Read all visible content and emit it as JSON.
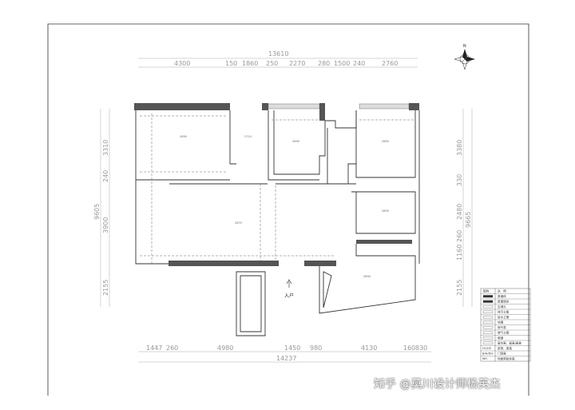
{
  "top_dims": {
    "total": "13610",
    "segments": [
      "4300",
      "150",
      "1860",
      "250",
      "2270",
      "280",
      "1500",
      "240",
      "2760"
    ]
  },
  "bottom_dims": {
    "total": "14237",
    "segments": [
      "1447",
      "260",
      "4980",
      "1450",
      "980",
      "4130",
      "160",
      "830"
    ]
  },
  "left_dims": {
    "total": "9605",
    "segments": [
      "3310",
      "240",
      "3900",
      "2155"
    ]
  },
  "right_dims": {
    "total": "9665",
    "segments": [
      "3380",
      "330",
      "2480",
      "260",
      "1160",
      "2155"
    ]
  },
  "labels": {
    "entrance": "入户",
    "compass": "N",
    "elev_1": "2690",
    "elev_2": "2710",
    "elev_3": "2690",
    "elev_4": "2690",
    "elev_5": "2670",
    "elev_6": "2690",
    "elev_7": "2690"
  },
  "legend": {
    "header": [
      "图例",
      "说　明"
    ],
    "rows": [
      "原墙体",
      "新建墙体",
      "空调孔",
      "排污立管",
      "给水立管",
      "地漏",
      "燃气表",
      "燃气立管",
      "烟道",
      "窗台高、窗高/高差",
      "梁宽、梁高",
      "门洞高",
      "地面原始标高"
    ],
    "codes": {
      "r10": "H1/H2",
      "r11": "B/H/DH",
      "r12": "MH"
    }
  },
  "watermark": "知乎 @莫川设计师杨英杰",
  "colors": {
    "wall": "#555555",
    "window": "#d8d8d8",
    "line": "#333333"
  }
}
